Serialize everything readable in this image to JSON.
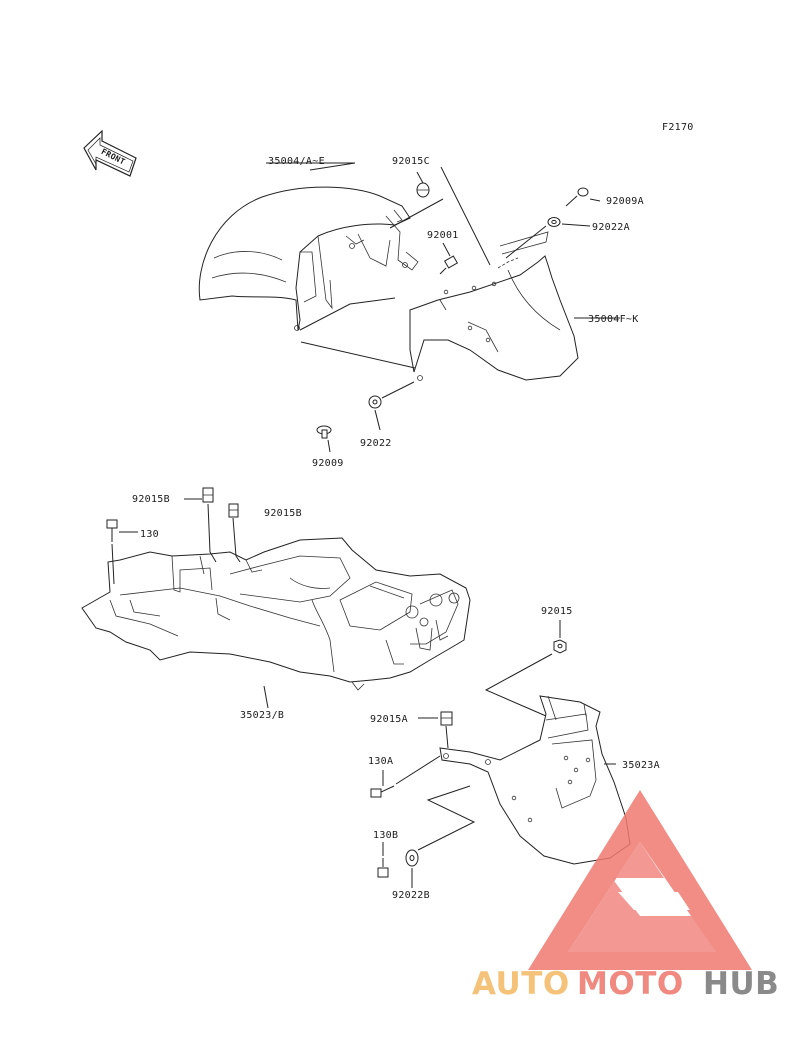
{
  "diagram": {
    "figure_code": "F2170",
    "front_badge": "FRONT",
    "labels": {
      "l35004_a_e": "35004/A~E",
      "l92015c": "92015C",
      "l92009a": "92009A",
      "l92022a": "92022A",
      "l92001": "92001",
      "l35004_f_k": "35004F~K",
      "l92022": "92022",
      "l92009": "92009",
      "l92015b_1": "92015B",
      "l92015b_2": "92015B",
      "l130": "130",
      "l35023_b": "35023/B",
      "l92015": "92015",
      "l92015a": "92015A",
      "l130a": "130A",
      "l35023a": "35023A",
      "l130b": "130B",
      "l92022b": "92022B"
    }
  },
  "watermark": {
    "part1": "AUTO",
    "part2": "MOTO",
    "part3": "HUB",
    "colors": {
      "auto": "#f5c27a",
      "moto": "#f08a80",
      "hub": "#8a8a8a",
      "triangle": "#f07a72"
    }
  }
}
